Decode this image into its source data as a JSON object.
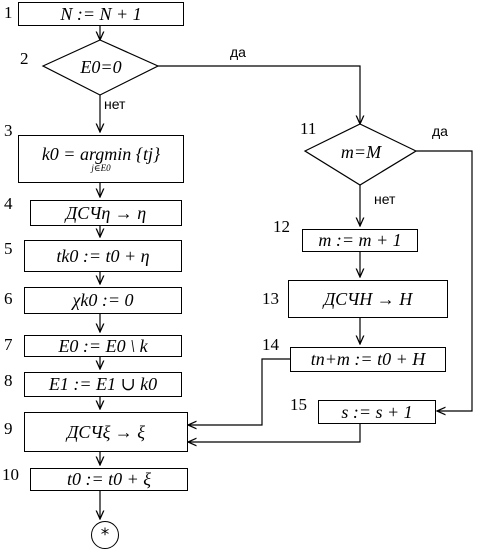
{
  "blocks": [
    {
      "num": "1",
      "text": "N := N + 1"
    },
    {
      "num": "2",
      "text": "E0=0"
    },
    {
      "num": "3",
      "text": "k0 = argmin {tj}",
      "under": "j∈E0"
    },
    {
      "num": "4",
      "text": "ДСЧη → η"
    },
    {
      "num": "5",
      "text": "tk0 := t0 + η"
    },
    {
      "num": "6",
      "text": "χk0 := 0"
    },
    {
      "num": "7",
      "text": "E0 := E0 \\ k"
    },
    {
      "num": "8",
      "text": "E1 := E1 ∪ k0"
    },
    {
      "num": "9",
      "text": "ДСЧξ → ξ"
    },
    {
      "num": "10",
      "text": "t0 := t0 + ξ"
    },
    {
      "num": "11",
      "text": "m=M"
    },
    {
      "num": "12",
      "text": "m := m + 1"
    },
    {
      "num": "13",
      "text": "ДСЧН → Н"
    },
    {
      "num": "14",
      "text": "tn+m := t0 + Н"
    },
    {
      "num": "15",
      "text": "s := s + 1"
    }
  ],
  "labels": {
    "yes": "да",
    "no": "нет"
  },
  "terminator": "*"
}
